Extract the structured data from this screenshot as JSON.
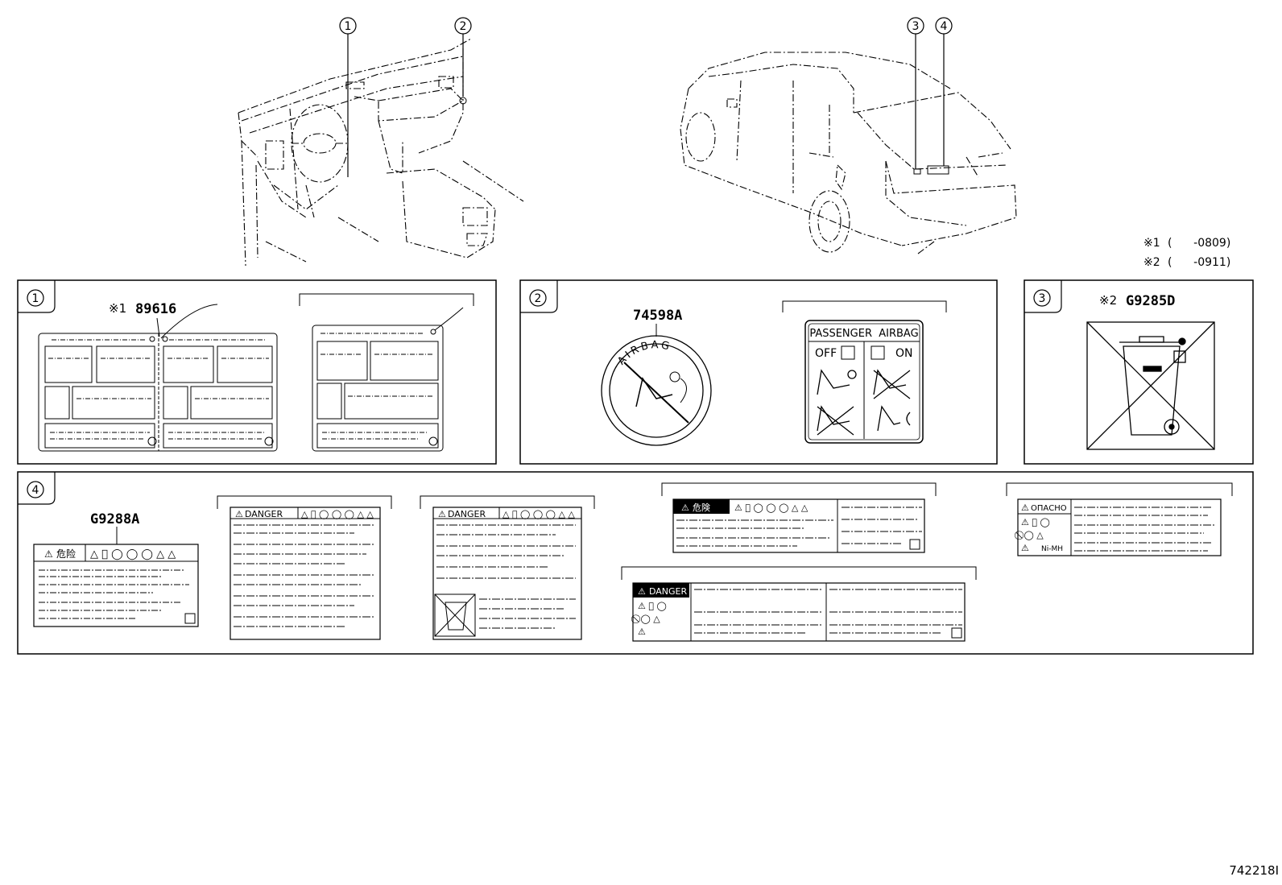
{
  "callouts": [
    "1",
    "2",
    "3",
    "4"
  ],
  "notes": [
    {
      "mark": "※1",
      "range": "(      -0809)"
    },
    {
      "mark": "※2",
      "range": "(      -0911)"
    }
  ],
  "panels": [
    {
      "num": "1",
      "parts": [
        {
          "mark": "※1",
          "code": "89616"
        }
      ]
    },
    {
      "num": "2",
      "parts": [
        {
          "mark": "",
          "code": "74598A"
        }
      ],
      "sticker_ring_text": "AIRBAG",
      "passenger_label": {
        "title": "PASSENGER  AIRBAG",
        "off": "OFF",
        "on": "ON"
      }
    },
    {
      "num": "3",
      "parts": [
        {
          "mark": "※2",
          "code": "G9285D"
        }
      ]
    },
    {
      "num": "4",
      "parts": [
        {
          "mark": "",
          "code": "G9288A"
        }
      ],
      "label_texts": {
        "kiken": "危险",
        "kiken2": "危険",
        "danger": "DANGER",
        "opasno": "ОПАСНО",
        "nimh": "Ni-MH"
      }
    }
  ],
  "figure_id": "742218I",
  "icons": [
    "recycle-bin-crossed-icon",
    "airbag-seat-icon",
    "warning-triangle-icon",
    "prohibition-circle-icon"
  ]
}
